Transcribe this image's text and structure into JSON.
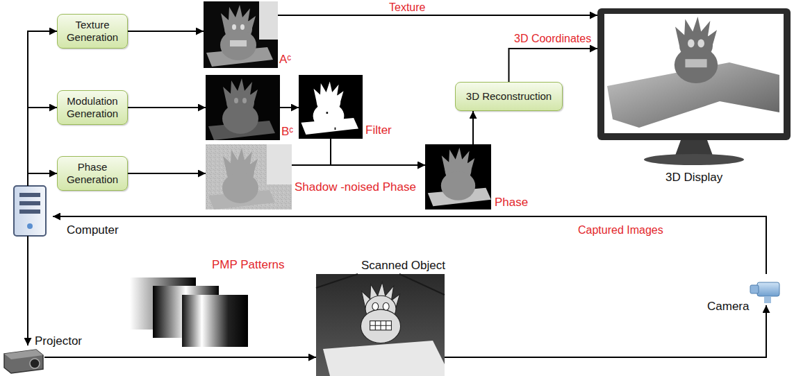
{
  "diagram": {
    "nodes": [
      {
        "text": [
          "Texture Generation"
        ]
      },
      {
        "text": [
          "Modulation Generation"
        ]
      },
      {
        "text": [
          "Phase Generation"
        ]
      },
      {
        "text": [
          "Aᶜ"
        ]
      },
      {
        "text": [
          "Bᶜ"
        ]
      },
      {
        "text": [
          "Filter"
        ]
      },
      {
        "text": [
          "Shadow -noised Phase"
        ]
      },
      {
        "text": [
          "Phase"
        ]
      },
      {
        "text": [
          "3D Reconstruction"
        ]
      },
      {
        "text": [
          "3D Display"
        ]
      },
      {
        "text": [
          "Computer"
        ]
      },
      {
        "text": [
          "Projector"
        ]
      },
      {
        "text": [
          "Scanned Object"
        ]
      },
      {
        "text": [
          "Camera"
        ]
      }
    ],
    "edges": [
      {
        "from": 10,
        "to": 0,
        "arrow": "to"
      },
      {
        "from": 10,
        "to": 1,
        "arrow": "to"
      },
      {
        "from": 10,
        "to": 2,
        "arrow": "to"
      },
      {
        "from": 0,
        "to": 3,
        "arrow": "to"
      },
      {
        "from": 1,
        "to": 4,
        "arrow": "to"
      },
      {
        "from": 2,
        "to": 6,
        "arrow": "to"
      },
      {
        "from": 3,
        "to": 9,
        "label": "Texture",
        "arrow": "to"
      },
      {
        "from": 4,
        "to": 5,
        "arrow": "to"
      },
      {
        "from": 6,
        "to": 7,
        "arrow": "to"
      },
      {
        "from": 5,
        "to": 7,
        "arrow": "to"
      },
      {
        "from": 7,
        "to": 8,
        "arrow": "to"
      },
      {
        "from": 8,
        "to": 9,
        "label": "3D Coordinates",
        "arrow": "to"
      },
      {
        "from": 10,
        "to": 11,
        "arrow": "to"
      },
      {
        "from": 11,
        "to": 12,
        "arrow": "to"
      },
      {
        "from": 12,
        "to": 13,
        "arrow": "to"
      },
      {
        "from": 13,
        "to": 10,
        "label": "Captured Images",
        "arrow": "to"
      }
    ],
    "labels": [
      "PMP Patterns"
    ]
  }
}
